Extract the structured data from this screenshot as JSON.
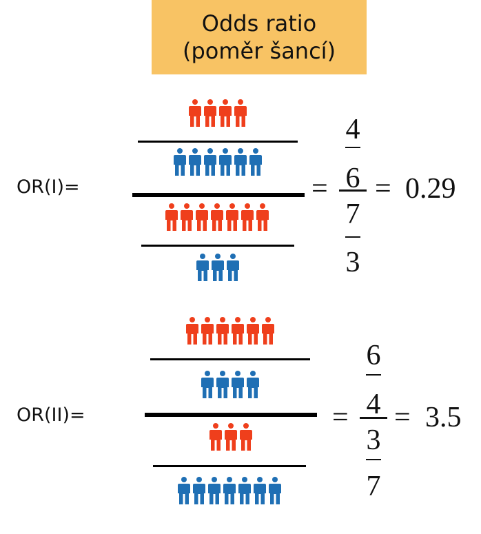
{
  "title": {
    "line1": "Odds ratio",
    "line2": "(poměr šancí)",
    "bg_color": "#f8c364"
  },
  "colors": {
    "red": "#ef3f1c",
    "blue": "#1f6fb4"
  },
  "or1": {
    "label": "OR(I)=",
    "pictogram": {
      "top_num": 4,
      "top_den": 6,
      "bot_num": 7,
      "bot_den": 3
    },
    "eq1": "=",
    "nums": [
      "4",
      "6",
      "7",
      "3"
    ],
    "eq2": "=",
    "result": "0.29"
  },
  "or2": {
    "label": "OR(II)=",
    "pictogram": {
      "top_num": 6,
      "top_den": 4,
      "bot_num": 3,
      "bot_den": 7
    },
    "eq1": "=",
    "nums": [
      "6",
      "4",
      "3",
      "7"
    ],
    "eq2": "=",
    "result": "3.5"
  }
}
